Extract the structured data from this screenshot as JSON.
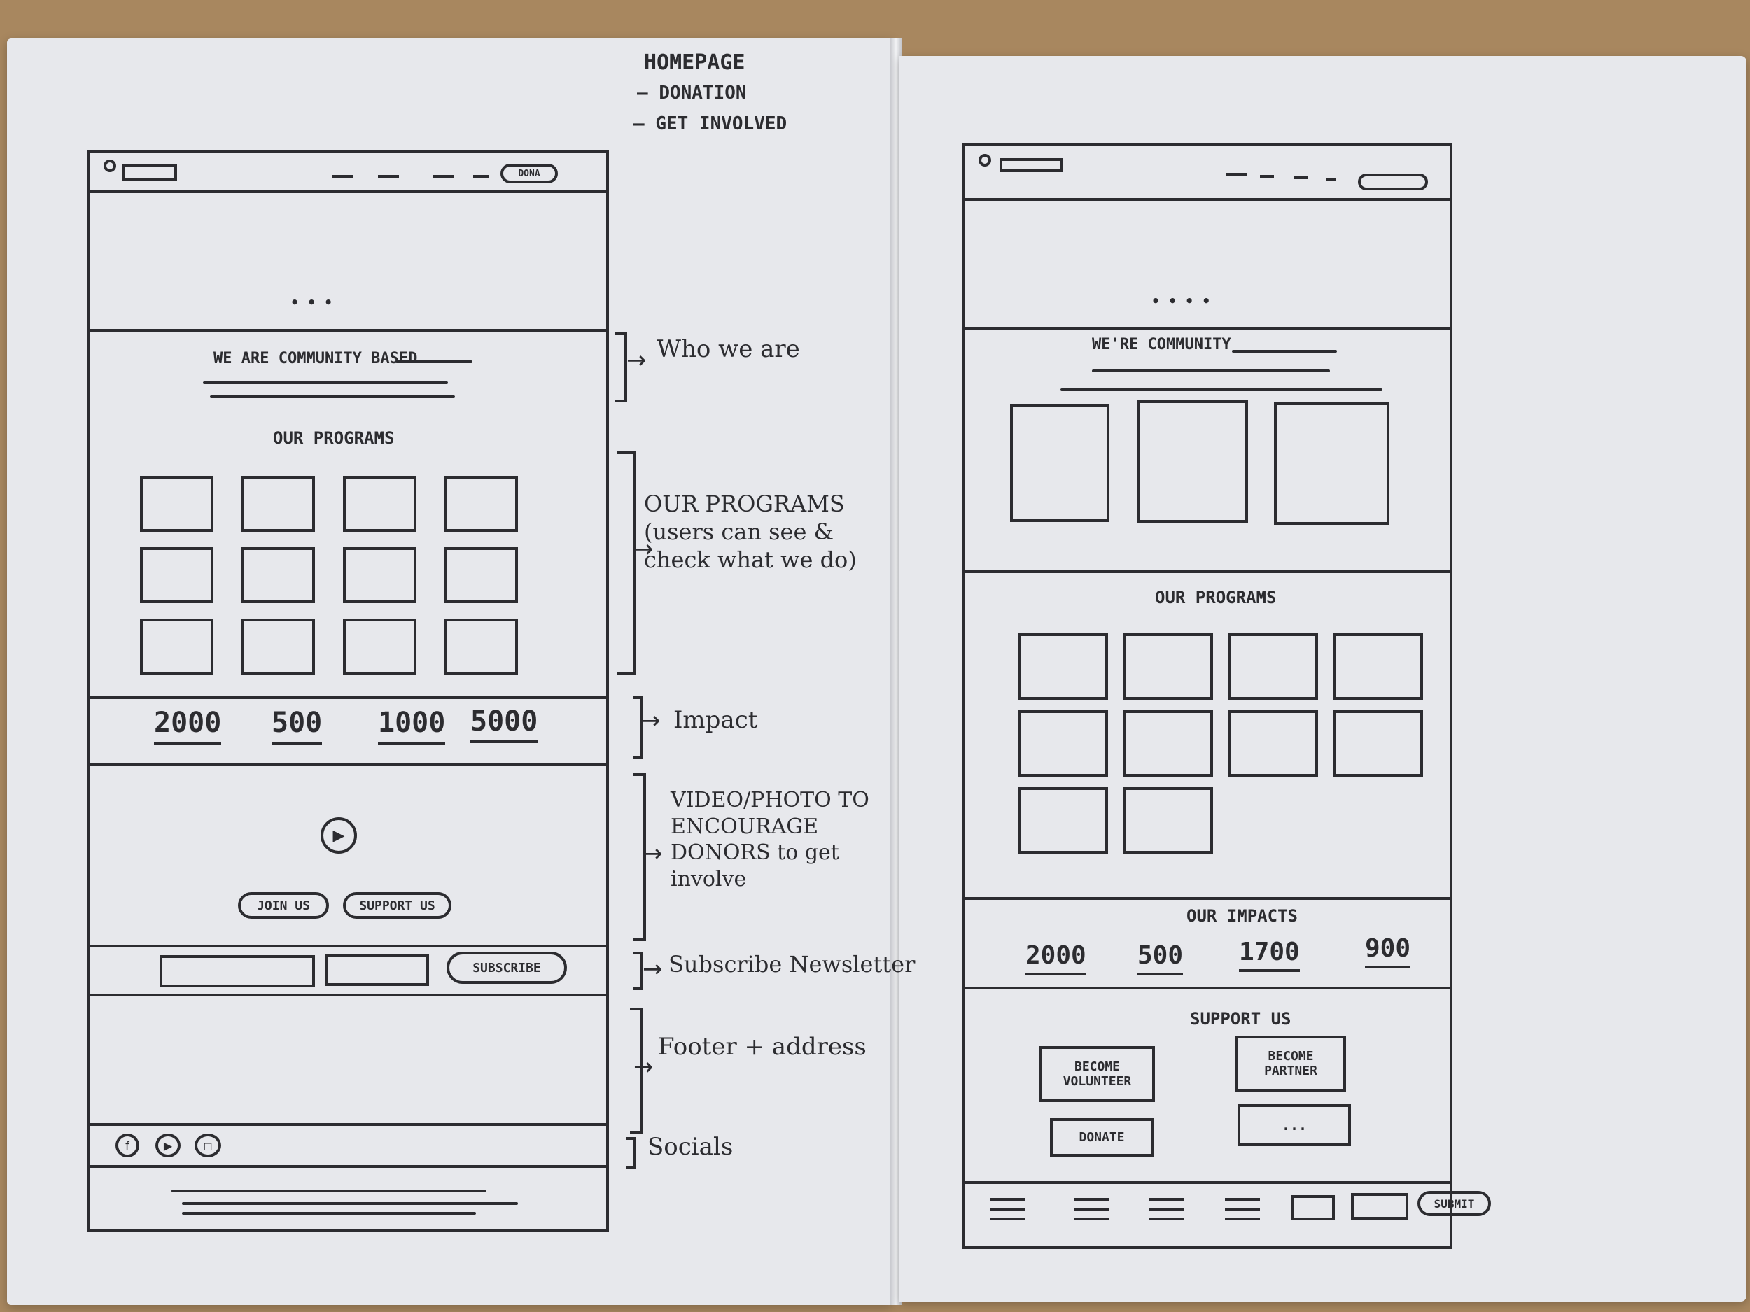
{
  "top_notes": {
    "title": "HOMEPAGE",
    "items": [
      "DONATION",
      "GET INVOLVED"
    ]
  },
  "left_wireframe": {
    "nav": {
      "cta_label": "DONA"
    },
    "hero_dots": "• • •",
    "who_text": "WE ARE COMMUNITY BASED",
    "programs_title": "OUR PROGRAMS",
    "impact_stats": [
      "2000",
      "500",
      "1000",
      "5000"
    ],
    "video_icon": "play-icon",
    "buttons": [
      "JOIN US",
      "SUPPORT US"
    ],
    "subscribe_label": "SUBSCRIBE"
  },
  "annotations": [
    "Who we are",
    "OUR PROGRAMS (users can see & check what we do)",
    "Impact",
    "VIDEO/PHOTO TO ENCOURAGE DONORS to get involve",
    "Subscribe Newsletter",
    "Footer + address",
    "Socials"
  ],
  "right_wireframe": {
    "hero_dots": "• • • •",
    "who_text": "WE'RE COMMUNITY",
    "programs_title": "OUR PROGRAMS",
    "impacts_title": "OUR IMPACTS",
    "impact_stats": [
      "2000",
      "500",
      "1700",
      "900"
    ],
    "support_title": "SUPPORT US",
    "support_buttons": [
      "BECOME VOLUNTEER",
      "BECOME PARTNER",
      "DONATE",
      "..."
    ],
    "footer_button": "SUBMIT"
  }
}
